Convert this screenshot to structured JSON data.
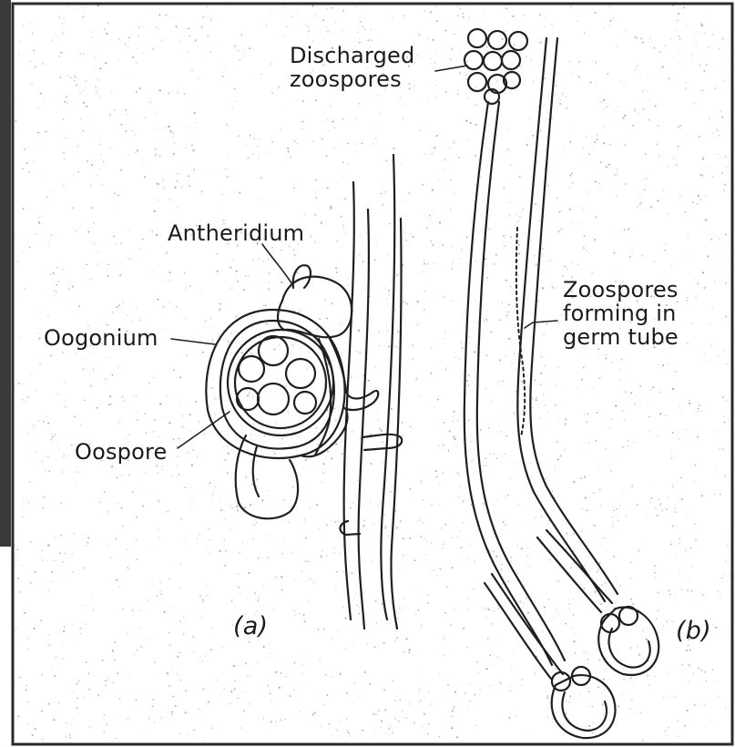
{
  "figure": {
    "labels": {
      "discharged_zoospores": [
        "Discharged",
        "zoospores"
      ],
      "antheridium": "Antheridium",
      "oogonium": "Oogonium",
      "oospore": "Oospore",
      "zoospores_forming": [
        "Zoospores",
        "forming in",
        "germ tube"
      ],
      "panel_a": "(a)",
      "panel_b": "(b)"
    }
  },
  "colors": {
    "ink": "#1a1a1a",
    "paper": "#ffffff",
    "stipple": "#7a7a7a"
  }
}
